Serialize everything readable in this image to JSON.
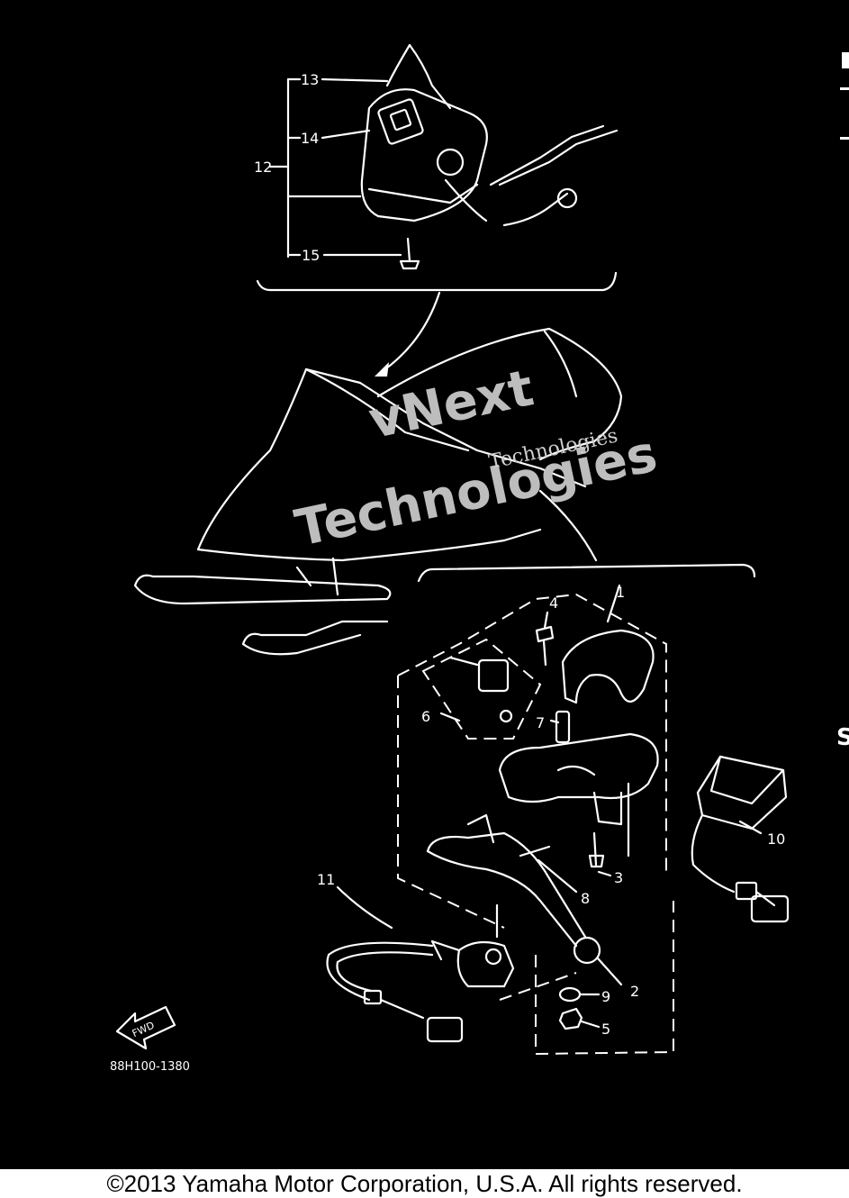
{
  "diagram": {
    "diagram_code": "88H100-1380",
    "watermark": {
      "line1": "vNext",
      "line2": "Technologies",
      "small": "Technologies"
    },
    "direction_badge": "FWD",
    "callouts": {
      "c1": "1",
      "c2": "2",
      "c3": "3",
      "c4": "4",
      "c5": "5",
      "c6": "6",
      "c7": "7",
      "c8": "8",
      "c9": "9",
      "c10": "10",
      "c11": "11",
      "c12": "12",
      "c13": "13",
      "c14": "14",
      "c15": "15"
    },
    "edge_glyph": "S"
  },
  "footer": {
    "copyright": "©2013 Yamaha Motor Corporation, U.S.A. All rights reserved."
  },
  "colors": {
    "background": "#000000",
    "lines": "#ffffff",
    "footer_bg": "#ffffff"
  }
}
